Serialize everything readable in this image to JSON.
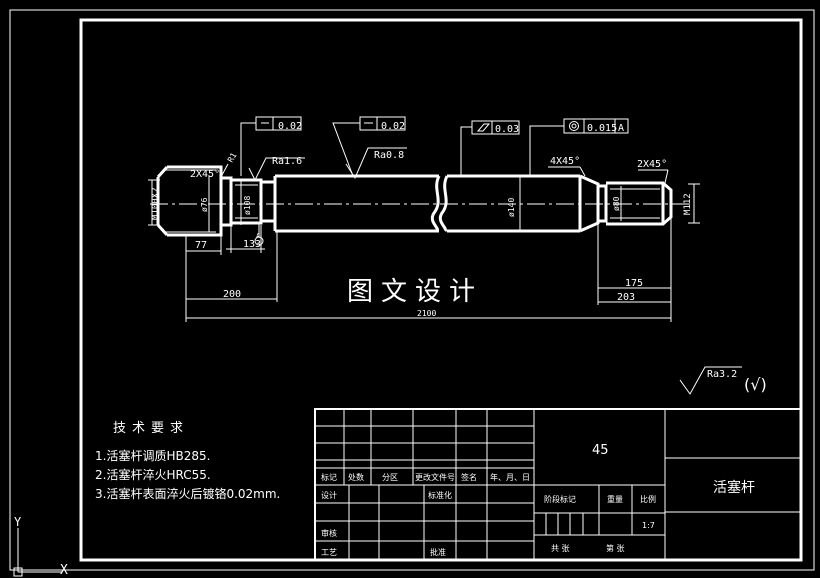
{
  "title_overlay": "图文设计",
  "technical_requirements": {
    "heading": "技术要求",
    "items": [
      "1.活塞杆调质HB285.",
      "2.活塞杆淬火HRC55.",
      "3.活塞杆表面淬火后镀铬0.02mm."
    ]
  },
  "title_block": {
    "material": "45",
    "part_name": "活塞杆",
    "scale": "1:7",
    "labels": {
      "mark": "标记",
      "count": "处数",
      "zone": "分区",
      "doc_no": "更改文件号",
      "signature": "签名",
      "date": "年、月、日",
      "design": "设计",
      "standardize": "标准化",
      "stage_mark": "阶段标记",
      "weight": "重量",
      "scale": "比例",
      "review": "审核",
      "process": "工艺",
      "approve": "批准",
      "total": "共  张",
      "sheet": "第  张"
    }
  },
  "surface_roughness": {
    "general": "Ra3.2",
    "other": "(√)",
    "callouts": [
      "Ra1.6",
      "Ra0.8"
    ]
  },
  "tolerances": [
    {
      "value": "0.02"
    },
    {
      "value": "0.02"
    },
    {
      "value": "0.03"
    },
    {
      "value": "0.015",
      "datum": "A"
    }
  ],
  "chamfers": [
    "2X45°",
    "4X45°",
    "2X45°"
  ],
  "dimensions": {
    "thread_left": "M100X2",
    "thread_right": "M112",
    "dia_left": "ø76",
    "dia_left2": "ø108",
    "dia_main": "ø140",
    "dia_right": "ø80",
    "len_77": "77",
    "len_133": "133",
    "len_200": "200",
    "len_175": "175",
    "len_203": "203",
    "total": "2100",
    "datum_label": "A"
  },
  "ucs": {
    "y": "Y",
    "x": "X"
  }
}
